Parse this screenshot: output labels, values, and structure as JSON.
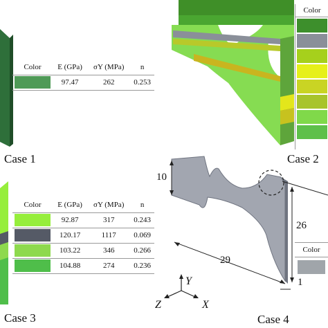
{
  "cases": [
    {
      "label": "Case 1",
      "table": {
        "headers": [
          "Color",
          "E (GPa)",
          "σY (MPa)",
          "n"
        ],
        "rows": [
          {
            "color": "#4f9a57",
            "E": "97.47",
            "sy": "262",
            "n": "0.253"
          }
        ]
      }
    },
    {
      "label": "Case 2",
      "table": {
        "headers": [
          "Color"
        ],
        "swatches": [
          "#3d8f2c",
          "#8a8f99",
          "#a6d01c",
          "#e6f01a",
          "#c9d424",
          "#a8c42c",
          "#80d94a",
          "#5ec04a"
        ]
      }
    },
    {
      "label": "Case 3",
      "table": {
        "headers": [
          "Color",
          "E (GPa)",
          "σY (MPa)",
          "n"
        ],
        "rows": [
          {
            "color": "#96ee3c",
            "E": "92.87",
            "sy": "317",
            "n": "0.243"
          },
          {
            "color": "#555a66",
            "E": "120.17",
            "sy": "1117",
            "n": "0.069"
          },
          {
            "color": "#8ed94e",
            "E": "103.22",
            "sy": "346",
            "n": "0.266"
          },
          {
            "color": "#4fbe4a",
            "E": "104.88",
            "sy": "274",
            "n": "0.236"
          }
        ]
      }
    },
    {
      "label": "Case 4",
      "dimensions": {
        "height": "10",
        "length": "29",
        "width": "26",
        "thickness": "1"
      },
      "table": {
        "headers": [
          "Color"
        ],
        "swatches": [
          "#a0a5aa"
        ]
      }
    }
  ],
  "axes": {
    "y": "Y",
    "z": "Z",
    "x": "X"
  },
  "colors": {
    "dark_green": "#2d6b3a",
    "case2_top": "#3f8f28",
    "case2_light": "#86dc52",
    "case4_body": "#a2a6b0",
    "case4_edge": "#6f7480"
  }
}
